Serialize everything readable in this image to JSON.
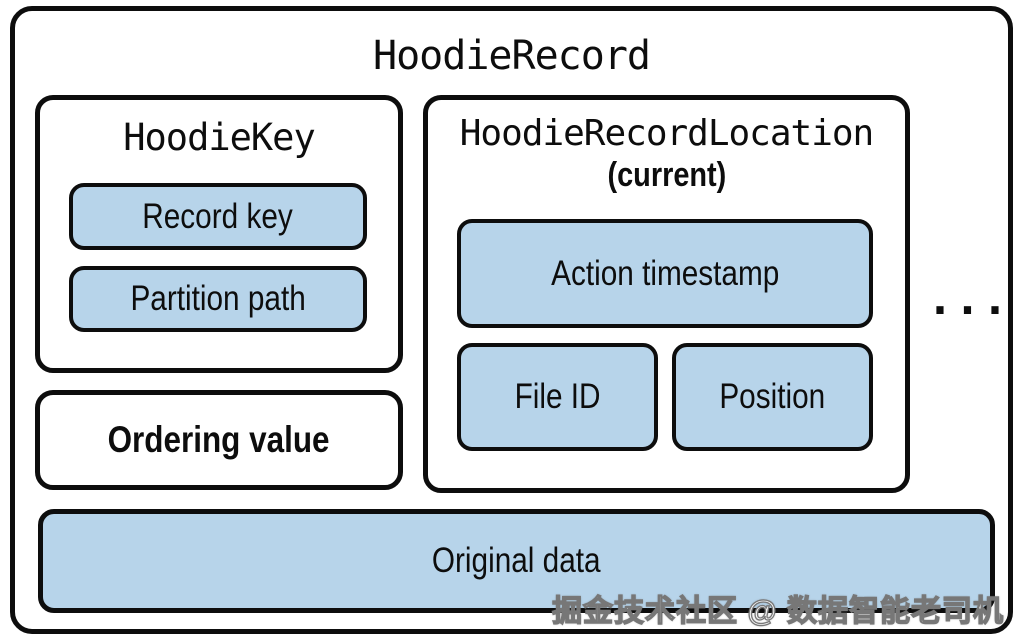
{
  "diagram": {
    "title": "HoodieRecord",
    "hoodie_key": {
      "title": "HoodieKey",
      "fields": [
        "Record key",
        "Partition path"
      ]
    },
    "record_location": {
      "title": "HoodieRecordLocation",
      "subtitle": "(current)",
      "action_timestamp": "Action timestamp",
      "file_id": "File ID",
      "position": "Position"
    },
    "ordering_value": "Ordering value",
    "original_data": "Original data",
    "ellipsis": "...",
    "watermark": "掘金技术社区 @ 数据智能老司机",
    "colors": {
      "field_fill": "#b7d4ea",
      "border": "#0d0d0d",
      "background": "#ffffff"
    }
  }
}
